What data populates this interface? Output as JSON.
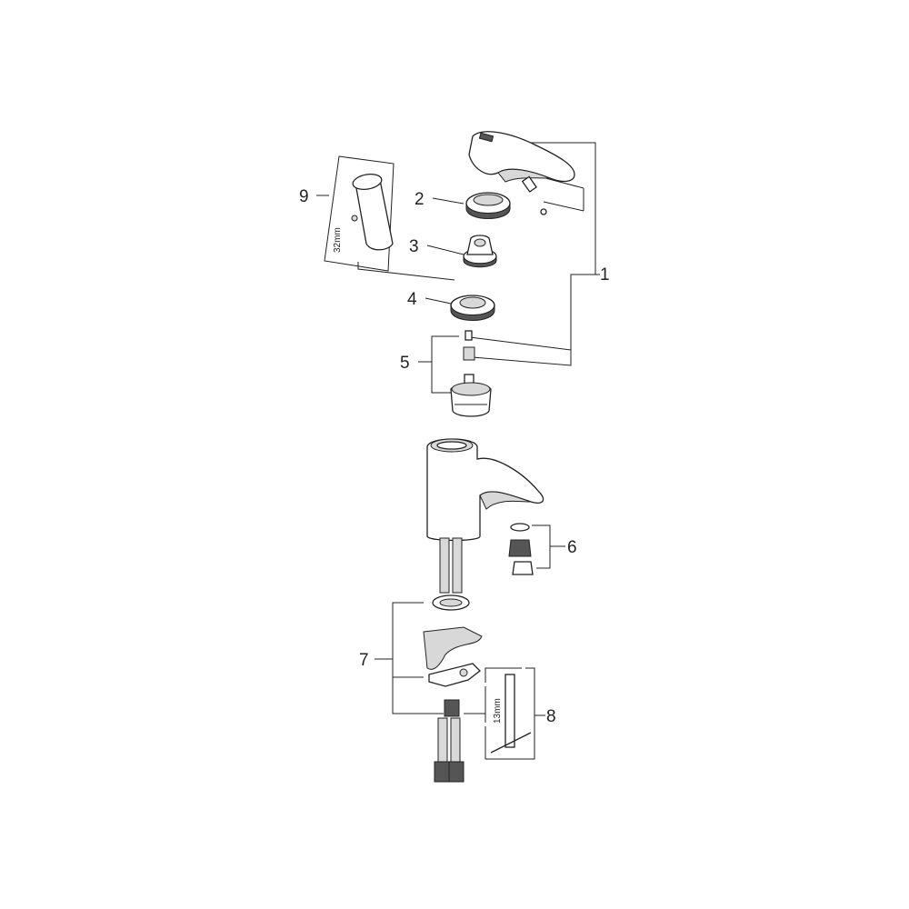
{
  "labels": {
    "p1": "1",
    "p2": "2",
    "p3": "3",
    "p4": "4",
    "p5": "5",
    "p6": "6",
    "p7": "7",
    "p8": "8",
    "p9": "9"
  },
  "dimensions": {
    "tool9": "32mm",
    "tool8": "13mm"
  }
}
